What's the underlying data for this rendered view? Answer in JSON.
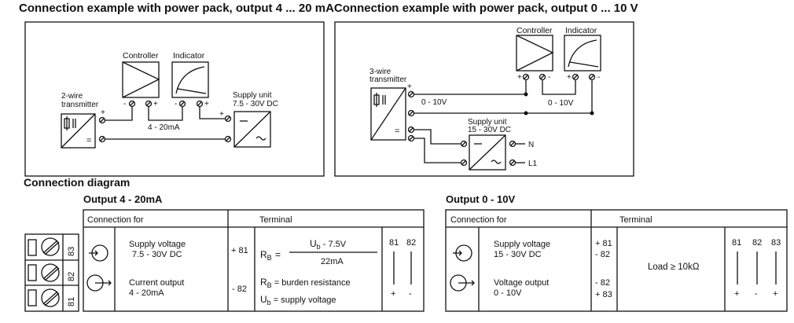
{
  "headings": {
    "title_1": "Connection example with power pack, output 4 ... 20 mA",
    "title_2": "Connection example with power pack, output 0 ... 10 V",
    "connection_diagram": "Connection diagram",
    "output_4_20": "Output 4 - 20mA",
    "output_0_10": "Output 0 - 10V"
  },
  "example_left": {
    "controller": "Controller",
    "indicator": "Indicator",
    "transmitter": [
      "2-wire",
      "transmitter"
    ],
    "supply": [
      "Supply unit",
      "7.5 - 30V DC"
    ],
    "signal": "4 - 20mA",
    "plus": "+",
    "minus": "-",
    "eq": "="
  },
  "example_right": {
    "controller": "Controller",
    "indicator": "Indicator",
    "transmitter": [
      "3-wire",
      "transmitter"
    ],
    "supply": [
      "Supply unit",
      "15 - 30V DC"
    ],
    "signal_1": "0 - 10V",
    "signal_2": "0 - 10V",
    "n": "N",
    "l1": "L1"
  },
  "terminal_block": {
    "labels": [
      "83",
      "82",
      "81"
    ]
  },
  "table_left": {
    "col_connection": "Connection for",
    "col_terminal": "Terminal",
    "row1": {
      "desc": [
        "Supply voltage",
        "7.5 - 30V DC"
      ],
      "terminal": "+ 81"
    },
    "row2": {
      "desc": [
        "Current output",
        "4 - 20mA"
      ],
      "terminal": "- 82"
    },
    "formula_lhs": "R",
    "formula_lhs_sub": "B",
    "formula_eq": "=",
    "numerator": "U",
    "numerator_sub": "b",
    "numerator_rest": " - 7.5V",
    "denominator": "22mA",
    "rb_line": " = burden resistance",
    "ub_line": " = supply voltage",
    "terminal_numbers": [
      "81",
      "82"
    ],
    "terminal_signs": [
      "+",
      "-"
    ]
  },
  "table_right": {
    "col_connection": "Connection for",
    "col_terminal": "Terminal",
    "row1": {
      "desc": [
        "Supply voltage",
        "15 - 30V DC"
      ],
      "terminals": [
        "+ 81",
        "- 82"
      ]
    },
    "row2": {
      "desc": [
        "Voltage output",
        "0 - 10V"
      ],
      "terminals": [
        "- 82",
        "+ 83"
      ]
    },
    "load": "Load ≥ 10kΩ",
    "terminal_numbers": [
      "81",
      "82",
      "83"
    ],
    "terminal_signs": [
      "+",
      "-",
      "+"
    ]
  }
}
